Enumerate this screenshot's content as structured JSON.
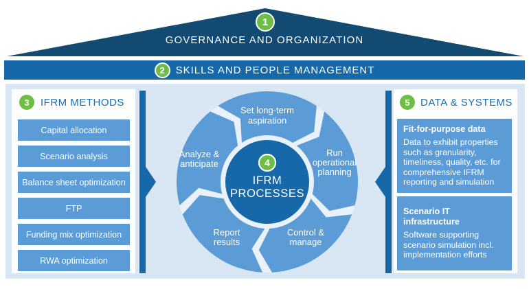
{
  "roof": {
    "number": "1",
    "label": "GOVERNANCE AND ORGANIZATION"
  },
  "skills_bar": {
    "number": "2",
    "label": "SKILLS AND PEOPLE MANAGEMENT"
  },
  "methods_panel": {
    "number": "3",
    "title": "IFRM METHODS",
    "items": [
      "Capital allocation",
      "Scenario analysis",
      "Balance sheet optimization",
      "FTP",
      "Funding mix optimization",
      "RWA optimization"
    ]
  },
  "processes_wheel": {
    "number": "4",
    "center_lines": [
      "IFRM",
      "PROCESSES"
    ],
    "segments": [
      {
        "lines": [
          "Set long-term",
          "aspiration"
        ]
      },
      {
        "lines": [
          "Run",
          "operational",
          "planning"
        ]
      },
      {
        "lines": [
          "Control &",
          "manage"
        ]
      },
      {
        "lines": [
          "Report",
          "results"
        ]
      },
      {
        "lines": [
          "Analyze &",
          "anticipate"
        ]
      }
    ]
  },
  "data_panel": {
    "number": "5",
    "title": "DATA & SYSTEMS",
    "boxes": [
      {
        "title": "Fit-for-purpose data",
        "body": "Data to exhibit properties such as granularity, timeliness, quality, etc. for comprehensive IFRM reporting and simulation"
      },
      {
        "title": "Scenario IT infrastructure",
        "body": "Software supporting scenario simulation incl. implementation efforts"
      }
    ]
  },
  "colors": {
    "roof_navy": "#134A72",
    "bar_blue": "#1668A8",
    "medium_blue": "#5B9CD6",
    "light_blue_bg": "#D9E7F5",
    "pale_blue": "#E9F1FA",
    "green_badge": "#6CBE45",
    "header_text_blue": "#1A6CB0"
  }
}
